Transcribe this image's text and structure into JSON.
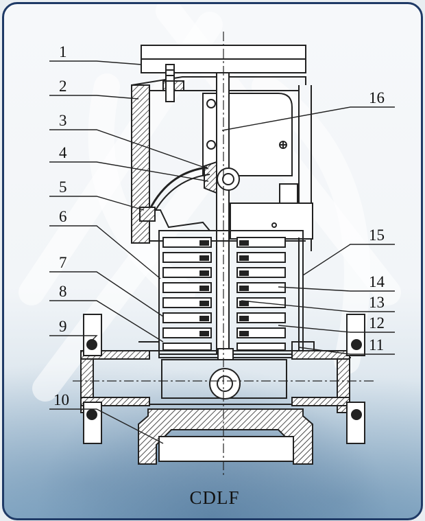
{
  "diagram": {
    "model_name": "CDLF",
    "callouts": [
      "1",
      "2",
      "3",
      "4",
      "5",
      "6",
      "7",
      "8",
      "9",
      "10",
      "11",
      "12",
      "13",
      "14",
      "15",
      "16"
    ]
  }
}
